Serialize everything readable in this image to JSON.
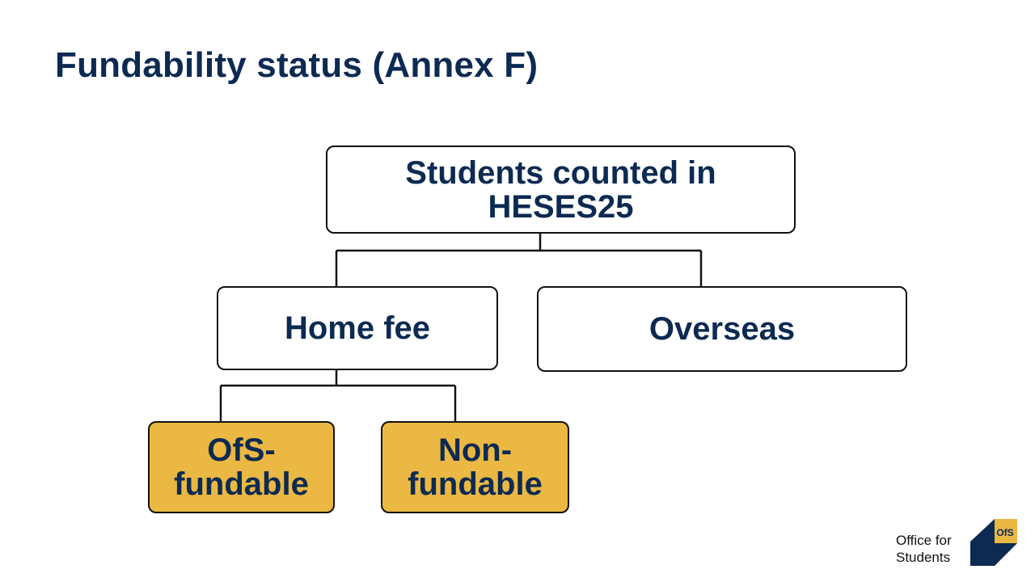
{
  "slide": {
    "title": "Fundability status (Annex F)"
  },
  "diagram": {
    "root": {
      "line1": "Students counted in",
      "line2": "HESES25"
    },
    "home": {
      "label": "Home fee"
    },
    "overseas": {
      "label": "Overseas"
    },
    "fundable": {
      "line1": "OfS-",
      "line2": "fundable"
    },
    "nonfundable": {
      "line1": "Non-",
      "line2": "fundable"
    }
  },
  "logo": {
    "line1": "Office for",
    "line2": "Students",
    "mark": "OfS"
  },
  "colors": {
    "title": "#0c2a52",
    "highlight": "#ebb843",
    "border": "#111111"
  }
}
